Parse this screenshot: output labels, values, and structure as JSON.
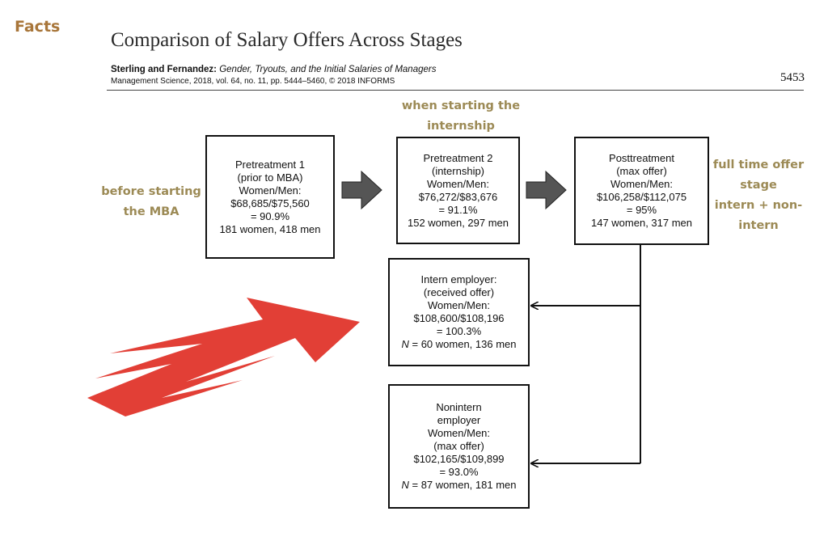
{
  "header": {
    "facts": "Facts",
    "title": "Comparison of Salary Offers Across Stages",
    "authors": "Sterling and Fernandez:",
    "article": "Gender, Tryouts, and the Initial Salaries of Managers",
    "journal": "Management Science, 2018, vol. 64, no. 11, pp. 5444–5460, © 2018 INFORMS",
    "page_number": "5453"
  },
  "annotations": {
    "before_mba": [
      "before starting",
      "the MBA"
    ],
    "internship": [
      "when starting the",
      "internship"
    ],
    "full_time": [
      "full time offer",
      "stage",
      "intern + non-",
      "intern"
    ]
  },
  "boxes": {
    "pretreatment1": {
      "lines": [
        "Pretreatment 1",
        "(prior to MBA)",
        "Women/Men:",
        "$68,685/$75,560",
        "= 90.9%",
        "181 women, 418 men"
      ]
    },
    "pretreatment2": {
      "lines": [
        "Pretreatment 2",
        "(internship)",
        "Women/Men:",
        "$76,272/$83,676",
        "= 91.1%",
        "152 women, 297 men"
      ]
    },
    "posttreatment": {
      "lines": [
        "Posttreatment",
        "(max offer)",
        "Women/Men:",
        "$106,258/$112,075",
        "= 95%",
        "147 women, 317 men"
      ]
    },
    "intern_employer": {
      "lines": [
        "Intern employer:",
        "(received offer)",
        "Women/Men:",
        "$108,600/$108,196",
        "= 100.3%"
      ],
      "n_label": "N",
      "n_text": " = 60 women, 136 men"
    },
    "nonintern_employer": {
      "lines": [
        "Nonintern",
        "employer",
        "Women/Men:",
        "(max offer)",
        "$102,165/$109,899",
        "= 93.0%"
      ],
      "n_label": "N",
      "n_text": " = 87 women, 181 men"
    }
  },
  "colors": {
    "annotation": "#9c8a55",
    "facts": "#a8763a",
    "red_arrow": "#e0352b",
    "block_arrow": "#555555"
  }
}
